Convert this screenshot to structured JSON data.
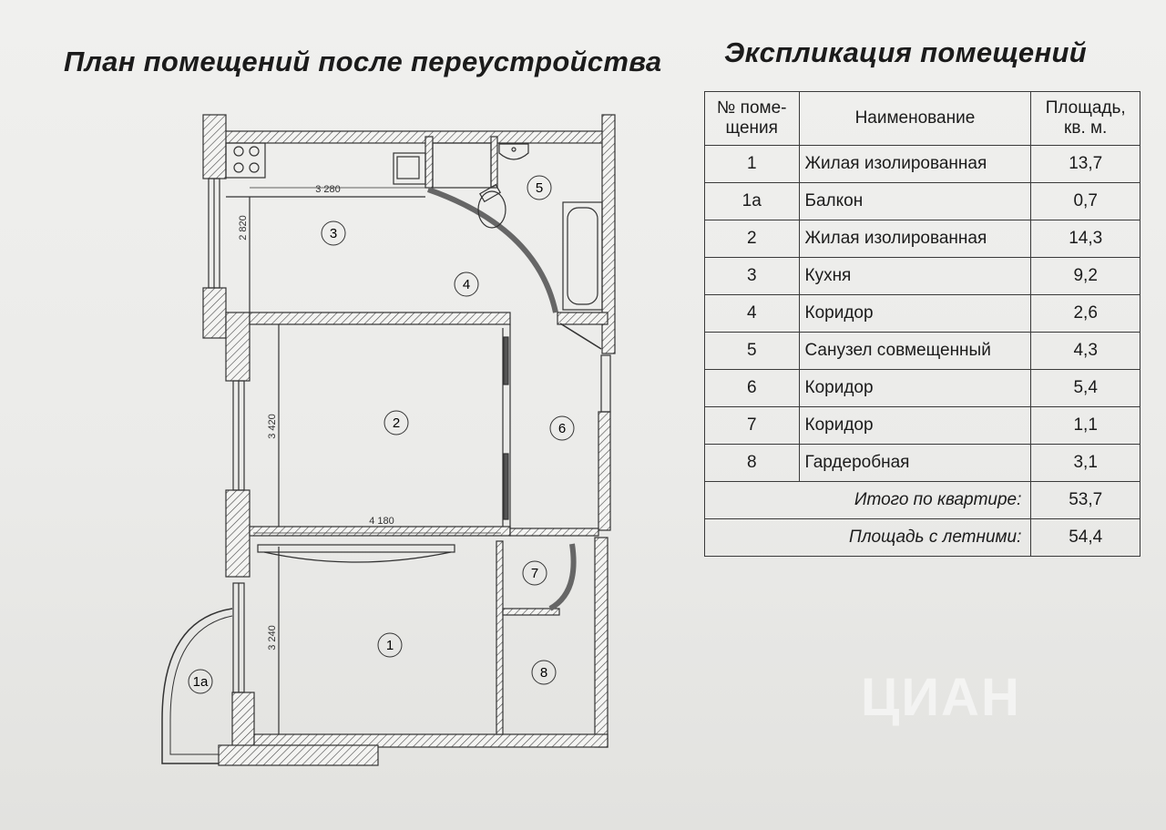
{
  "plan": {
    "title": "План помещений после переустройства",
    "rooms": [
      {
        "id": "1",
        "label": "1"
      },
      {
        "id": "1a",
        "label": "1a"
      },
      {
        "id": "2",
        "label": "2"
      },
      {
        "id": "3",
        "label": "3"
      },
      {
        "id": "4",
        "label": "4"
      },
      {
        "id": "5",
        "label": "5"
      },
      {
        "id": "6",
        "label": "6"
      },
      {
        "id": "7",
        "label": "7"
      },
      {
        "id": "8",
        "label": "8"
      }
    ],
    "dimensions": [
      "3 280",
      "2 820",
      "3 420",
      "4 180",
      "3 240"
    ]
  },
  "explication": {
    "title": "Экспликация помещений",
    "headers": {
      "number": "№ помещения",
      "number_line1": "№ поме-",
      "number_line2": "щения",
      "name": "Наименование",
      "area_line1": "Площадь,",
      "area_line2": "кв. м."
    },
    "rows": [
      {
        "num": "1",
        "name": "Жилая изолированная",
        "area": "13,7"
      },
      {
        "num": "1а",
        "name": "Балкон",
        "area": "0,7"
      },
      {
        "num": "2",
        "name": "Жилая изолированная",
        "area": "14,3"
      },
      {
        "num": "3",
        "name": "Кухня",
        "area": "9,2"
      },
      {
        "num": "4",
        "name": "Коридор",
        "area": "2,6"
      },
      {
        "num": "5",
        "name": "Санузел совмещенный",
        "area": "4,3"
      },
      {
        "num": "6",
        "name": "Коридор",
        "area": "5,4"
      },
      {
        "num": "7",
        "name": "Коридор",
        "area": "1,1"
      },
      {
        "num": "8",
        "name": "Гардеробная",
        "area": "3,1"
      }
    ],
    "total": {
      "label": "Итого по квартире:",
      "value": "53,7"
    },
    "total_summer": {
      "label": "Площадь с летними:",
      "value": "54,4"
    }
  },
  "watermark": "ЦИАН"
}
